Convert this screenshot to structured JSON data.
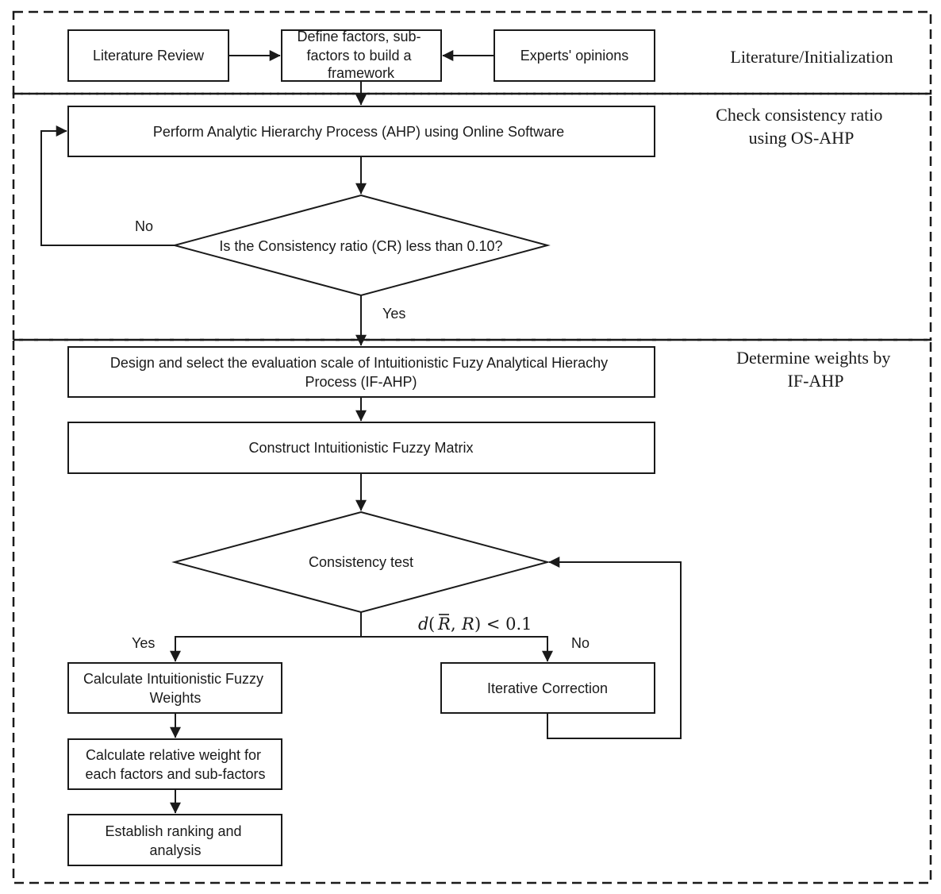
{
  "sections": {
    "s1": "Literature/Initialization",
    "s2": [
      "Check consistency ratio",
      "using OS-AHP"
    ],
    "s3": [
      "Determine weights by",
      "IF-AHP"
    ]
  },
  "nodes": {
    "literature_review": [
      "Literature Review"
    ],
    "define_factors": [
      "Define factors, sub-",
      "factors to build a",
      "framework"
    ],
    "experts_opinions": [
      "Experts' opinions"
    ],
    "perform_ahp": [
      "Perform Analytic Hierarchy Process (AHP) using Online Software"
    ],
    "cr_decision": [
      "Is the Consistency ratio (CR) less than 0.10?"
    ],
    "design_scale": [
      "Design and select the evaluation scale of Intuitionistic Fuzy Analytical Hierachy",
      "Process (IF-AHP)"
    ],
    "construct_matrix": [
      "Construct Intuitionistic Fuzzy Matrix"
    ],
    "consistency_test": [
      "Consistency test"
    ],
    "calc_if_weights": [
      "Calculate Intuitionistic Fuzzy",
      "Weights"
    ],
    "iterative_correction": [
      "Iterative Correction"
    ],
    "calc_relative_weight": [
      "Calculate relative weight for",
      "each factors and sub-factors"
    ],
    "establish_ranking": [
      "Establish ranking and",
      "analysis"
    ]
  },
  "edge_labels": {
    "no_1": "No",
    "yes_1": "Yes",
    "yes_2": "Yes",
    "no_2": "No",
    "condition": "d(R̄, R) < 0.1"
  }
}
